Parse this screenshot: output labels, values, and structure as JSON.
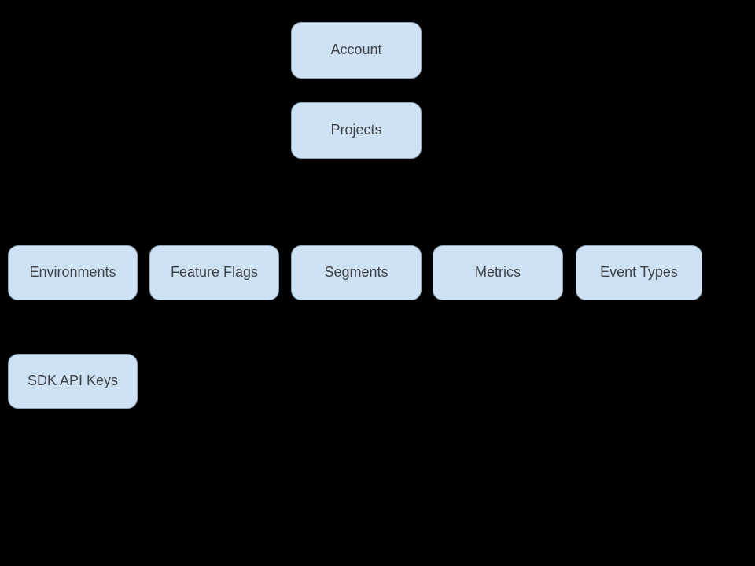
{
  "diagram": {
    "background_color": "#000000",
    "node_style": {
      "fill": "#cfe2f3",
      "border": "#8fa3b5",
      "text_color": "#3f4448"
    },
    "nodes": [
      {
        "id": "account",
        "label": "Account"
      },
      {
        "id": "projects",
        "label": "Projects"
      },
      {
        "id": "environments",
        "label": "Environments"
      },
      {
        "id": "feature-flags",
        "label": "Feature Flags"
      },
      {
        "id": "segments",
        "label": "Segments"
      },
      {
        "id": "metrics",
        "label": "Metrics"
      },
      {
        "id": "event-types",
        "label": "Event Types"
      },
      {
        "id": "sdk-api-keys",
        "label": "SDK API Keys"
      }
    ]
  }
}
